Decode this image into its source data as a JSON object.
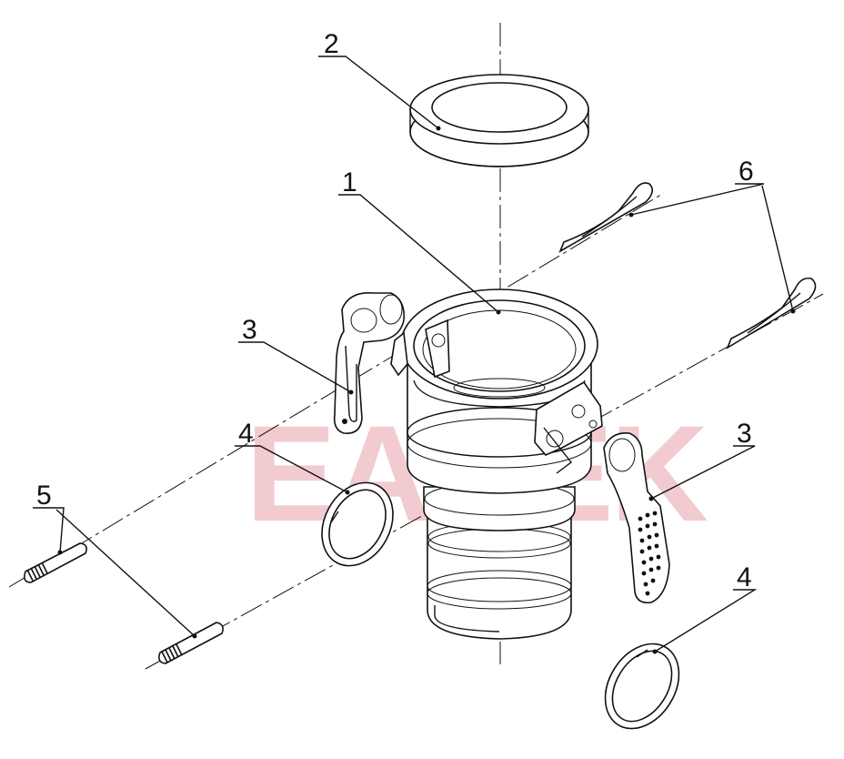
{
  "watermark": {
    "text": "EADEK",
    "color_light": "#c9d2e6",
    "color_red": "#e8a2ab"
  },
  "callouts": [
    {
      "id": "label-1",
      "text": "1"
    },
    {
      "id": "label-2",
      "text": "2"
    },
    {
      "id": "label-3-left",
      "text": "3"
    },
    {
      "id": "label-3-right",
      "text": "3"
    },
    {
      "id": "label-4-left",
      "text": "4"
    },
    {
      "id": "label-4-right",
      "text": "4"
    },
    {
      "id": "label-5",
      "text": "5"
    },
    {
      "id": "label-6",
      "text": "6"
    }
  ]
}
